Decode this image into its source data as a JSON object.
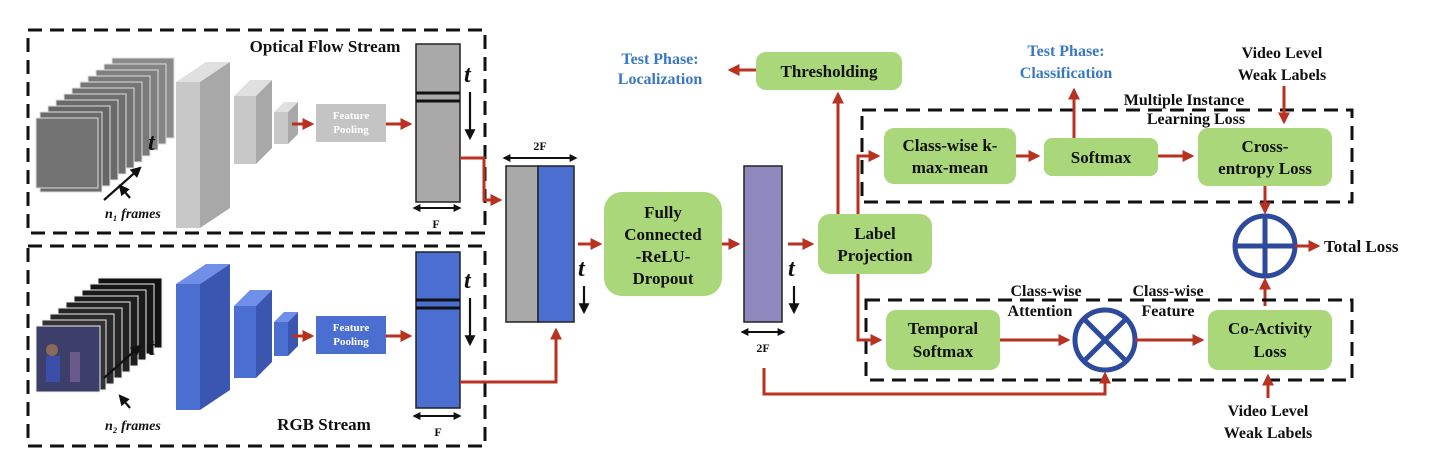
{
  "streams": {
    "flow_title": "Optical Flow Stream",
    "rgb_title": "RGB Stream",
    "flow_frames": "n₁ frames",
    "rgb_frames": "n₂ frames",
    "t_symbol": "t",
    "pooling": [
      "Feature",
      "Pooling"
    ],
    "feature_dim": "F",
    "concat_dim": "2F"
  },
  "modules": {
    "fc": [
      "Fully",
      "Connected",
      "-ReLU-",
      "Dropout"
    ],
    "label_projection": [
      "Label",
      "Projection"
    ],
    "thresholding": "Thresholding",
    "kmax": [
      "Class-wise k-",
      "max-mean"
    ],
    "softmax": "Softmax",
    "cross_entropy": [
      "Cross-",
      "entropy Loss"
    ],
    "temporal_softmax": [
      "Temporal",
      "Softmax"
    ],
    "co_activity": [
      "Co-Activity",
      "Loss"
    ],
    "total_loss": "Total Loss"
  },
  "annotations": {
    "test_localization": [
      "Test Phase:",
      "Localization"
    ],
    "test_classification": [
      "Test Phase:",
      "Classification"
    ],
    "weak_labels": [
      "Video Level",
      "Weak Labels"
    ],
    "mil_loss": [
      "Multiple Instance",
      "Learning Loss"
    ],
    "attention": [
      "Class-wise",
      "Attention"
    ],
    "feature": [
      "Class-wise",
      "Feature"
    ]
  },
  "colors": {
    "arrow_red": "#b83222",
    "module_green": "#a9d77a",
    "rgb_blue": "#4a6fd1",
    "flow_gray": "#c8c8c8",
    "projection_purple": "#8f88bd",
    "operator_blue": "#2d4a9c",
    "test_blue": "#3a78c2"
  }
}
